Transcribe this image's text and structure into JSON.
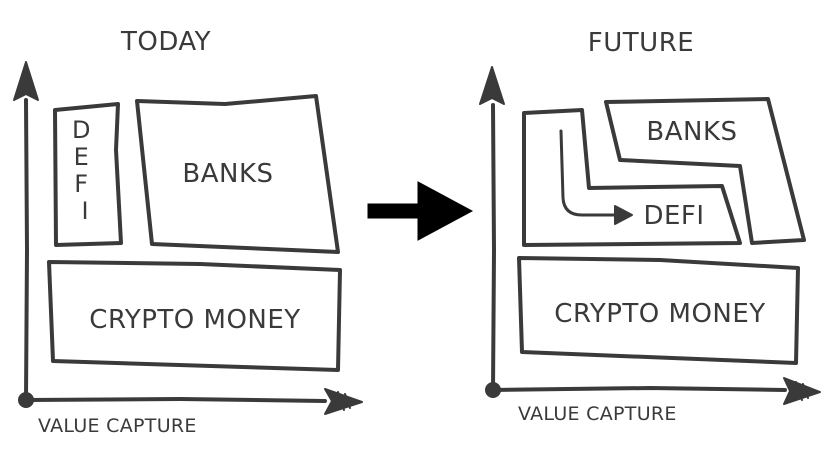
{
  "today": {
    "title": "TODAY",
    "boxes": {
      "defi": "DEFI",
      "banks": "BANKS",
      "crypto_money": "CRYPTO MONEY"
    },
    "x_axis_label": "VALUE CAPTURE"
  },
  "future": {
    "title": "FUTURE",
    "boxes": {
      "banks": "BANKS",
      "defi": "DEFI",
      "crypto_money": "CRYPTO MONEY"
    },
    "x_axis_label": "VALUE CAPTURE"
  },
  "colors": {
    "ink": "#3a3a3a",
    "arrow": "#000000",
    "background": "#ffffff"
  }
}
